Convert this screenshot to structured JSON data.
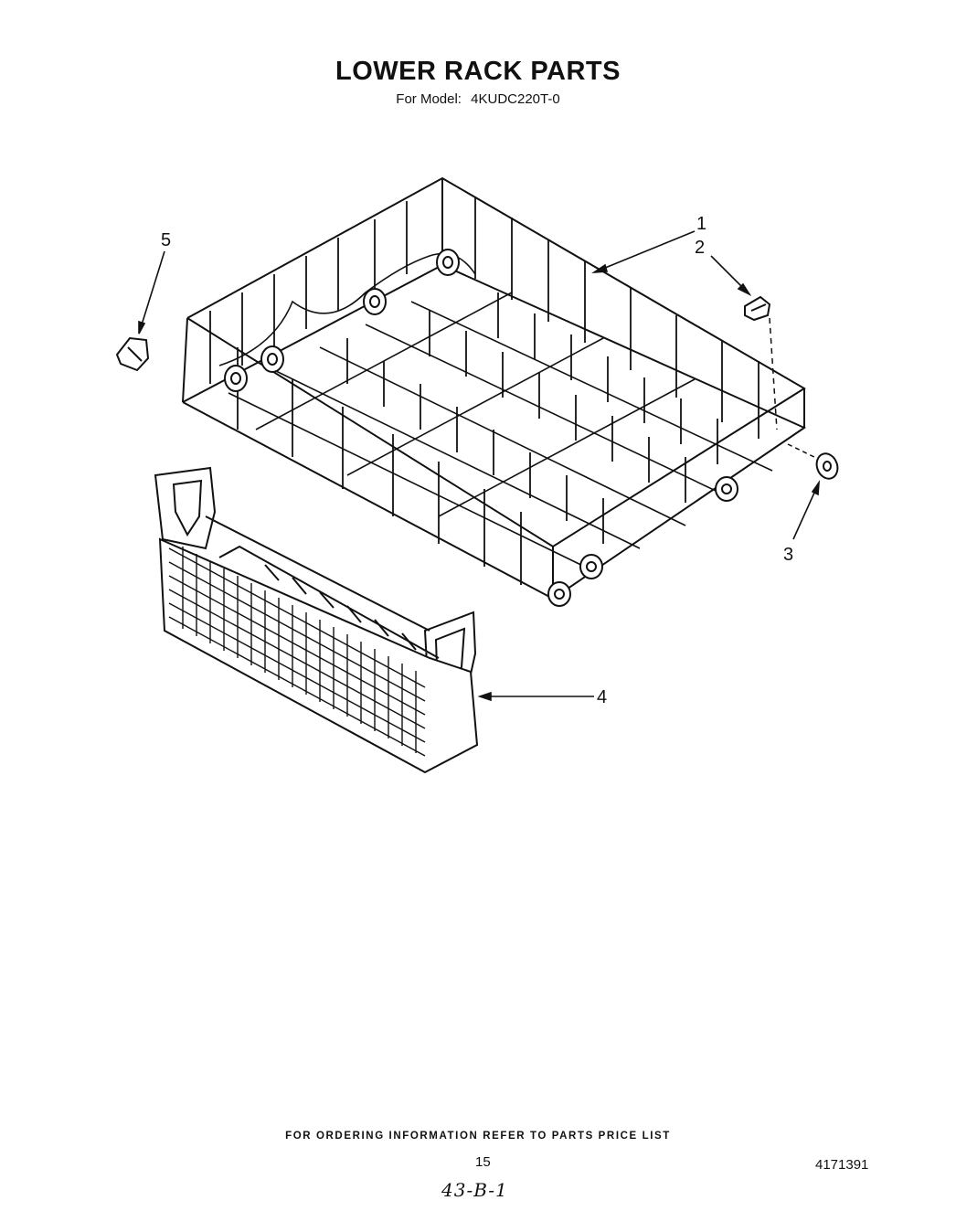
{
  "header": {
    "title": "LOWER RACK PARTS",
    "subtitle_prefix": "For Model:",
    "model": "4KUDC220T-0"
  },
  "callouts": [
    {
      "id": "1",
      "label": "1"
    },
    {
      "id": "2",
      "label": "2"
    },
    {
      "id": "3",
      "label": "3"
    },
    {
      "id": "4",
      "label": "4"
    },
    {
      "id": "5",
      "label": "5"
    }
  ],
  "footer": {
    "ordering_note": "FOR ORDERING INFORMATION REFER TO PARTS PRICE LIST",
    "page_number": "15",
    "document_number": "4171391",
    "handwritten_note": "43-B-1"
  }
}
